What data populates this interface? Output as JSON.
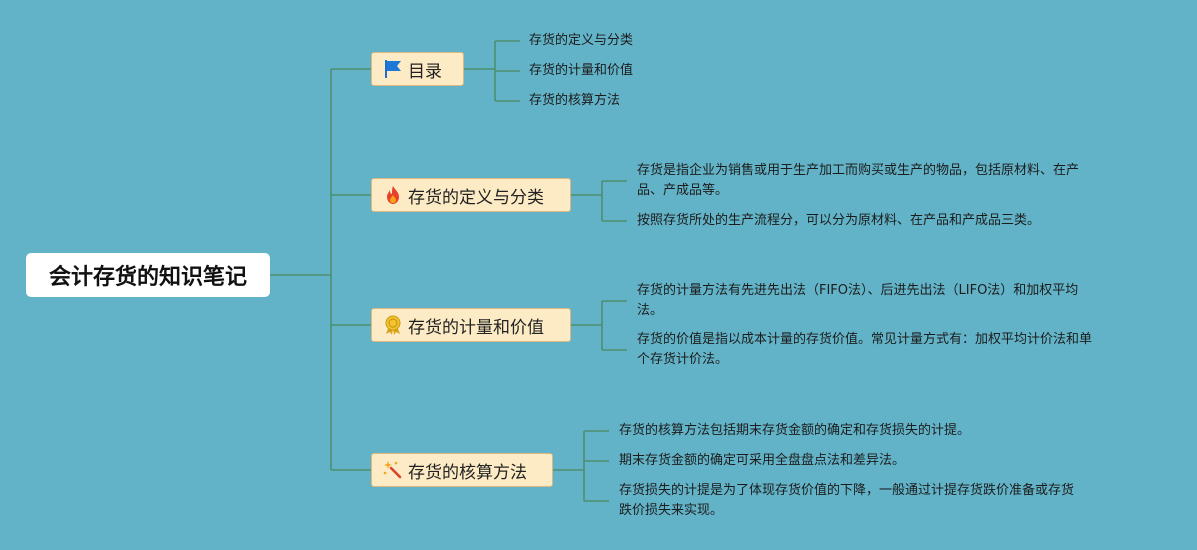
{
  "root": {
    "title": "会计存货的知识笔记"
  },
  "branches": [
    {
      "label": "目录",
      "icon": "flag-icon",
      "items": [
        "存货的定义与分类",
        "存货的计量和价值",
        "存货的核算方法"
      ]
    },
    {
      "label": "存货的定义与分类",
      "icon": "fire-icon",
      "items": [
        "存货是指企业为销售或用于生产加工而购买或生产的物品，包括原材料、在产\n品、产成品等。",
        "按照存货所处的生产流程分，可以分为原材料、在产品和产成品三类。"
      ]
    },
    {
      "label": "存货的计量和价值",
      "icon": "medal-icon",
      "items": [
        "存货的计量方法有先进先出法（FIFO法）、后进先出法（LIFO法）和加权平均\n法。",
        "存货的价值是指以成本计量的存货价值。常见计量方式有：加权平均计价法和单\n个存货计价法。"
      ]
    },
    {
      "label": "存货的核算方法",
      "icon": "sparkle-wand-icon",
      "items": [
        "存货的核算方法包括期末存货金额的确定和存货损失的计提。",
        "期末存货金额的确定可采用全盘盘点法和差异法。",
        "存货损失的计提是为了体现存货价值的下降，一般通过计提存货跌价准备或存货\n跌价损失来实现。"
      ]
    }
  ],
  "colors": {
    "background": "#62b3c8",
    "connector": "#4d8f6e",
    "branch_fill": "#fcebc5",
    "branch_border": "#d9b980",
    "root_fill": "#ffffff"
  }
}
